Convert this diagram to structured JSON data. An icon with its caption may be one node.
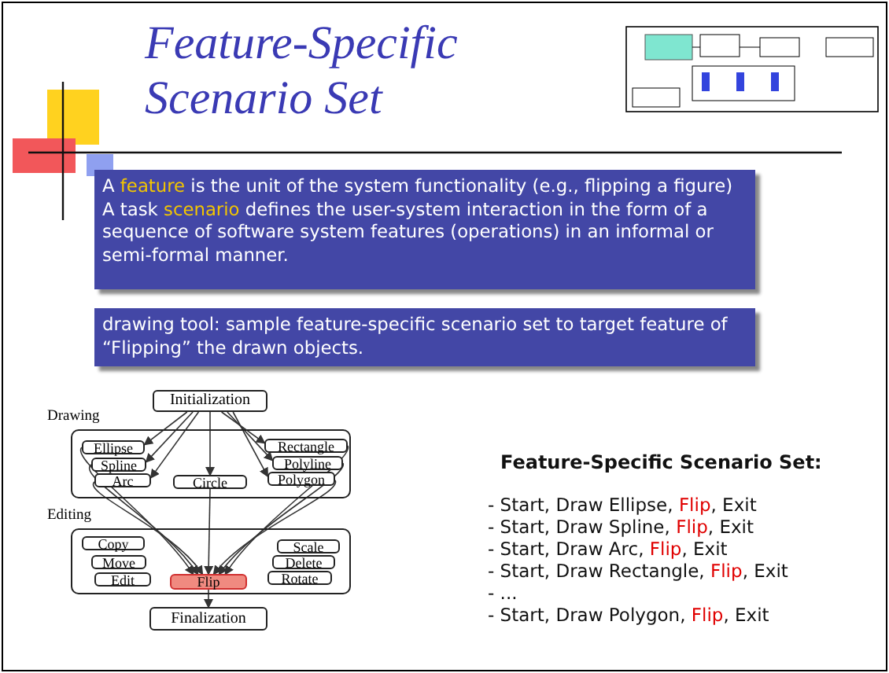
{
  "diagram": {
    "title": "Feature-Specific Scenario Set",
    "nodes": [
      {
        "text": [
          "A **feature** is the unit of the system functionality (e.g., flipping a figure)",
          "A task **scenario** defines the user-system interaction in the form of a sequence of software system features (operations) in an informal or semi-formal manner."
        ]
      },
      {
        "text": [
          "drawing tool: sample feature-specific scenario set to target feature of “Flipping” the drawn objects."
        ]
      },
      {
        "text": [
          "Initialization"
        ]
      },
      {
        "text": [
          "Drawing"
        ]
      },
      {
        "text": [
          "Ellipse"
        ],
        "in": 3
      },
      {
        "text": [
          "Spline"
        ],
        "in": 3
      },
      {
        "text": [
          "Arc"
        ],
        "in": 3
      },
      {
        "text": [
          "Circle"
        ],
        "in": 3
      },
      {
        "text": [
          "Rectangle"
        ],
        "in": 3
      },
      {
        "text": [
          "Polyline"
        ],
        "in": 3
      },
      {
        "text": [
          "Polygon"
        ],
        "in": 3
      },
      {
        "text": [
          "Editing"
        ]
      },
      {
        "text": [
          "Copy"
        ],
        "in": 11
      },
      {
        "text": [
          "Move"
        ],
        "in": 11
      },
      {
        "text": [
          "Edit"
        ],
        "in": 11
      },
      {
        "text": [
          "Flip"
        ],
        "in": 11
      },
      {
        "text": [
          "Scale"
        ],
        "in": 11
      },
      {
        "text": [
          "Delete"
        ],
        "in": 11
      },
      {
        "text": [
          "Rotate"
        ],
        "in": 11
      },
      {
        "text": [
          "Finalization"
        ]
      }
    ],
    "edges": [
      {
        "from": 2,
        "to": 4,
        "arrow": "to"
      },
      {
        "from": 2,
        "to": 5,
        "arrow": "to"
      },
      {
        "from": 2,
        "to": 6,
        "arrow": "to"
      },
      {
        "from": 2,
        "to": 7,
        "arrow": "to"
      },
      {
        "from": 2,
        "to": 8,
        "arrow": "to"
      },
      {
        "from": 2,
        "to": 9,
        "arrow": "to"
      },
      {
        "from": 2,
        "to": 10,
        "arrow": "to"
      },
      {
        "from": 4,
        "to": 15,
        "arrow": "to"
      },
      {
        "from": 5,
        "to": 15,
        "arrow": "to"
      },
      {
        "from": 6,
        "to": 15,
        "arrow": "to"
      },
      {
        "from": 7,
        "to": 15,
        "arrow": "to"
      },
      {
        "from": 8,
        "to": 15,
        "arrow": "to"
      },
      {
        "from": 9,
        "to": 15,
        "arrow": "to"
      },
      {
        "from": 10,
        "to": 15,
        "arrow": "to"
      },
      {
        "from": 15,
        "to": 19,
        "arrow": "to"
      }
    ],
    "labels": [
      "Feature-Specific Scenario Set:",
      "- Start, Draw Ellipse, **Flip**, Exit",
      "- Start, Draw Spline, **Flip**, Exit",
      "- Start, Draw Arc, **Flip**, Exit",
      "- Start, Draw Rectangle, **Flip**, Exit",
      "- ...",
      "- Start, Draw Polygon, **Flip**, Exit"
    ]
  }
}
